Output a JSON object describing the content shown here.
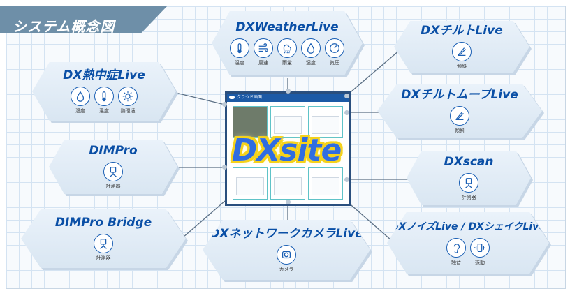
{
  "title": "システム概念図",
  "center": {
    "logo": "DXsite",
    "screen_title": "クラウド画面"
  },
  "nodes": {
    "weather": {
      "title": "DXWeatherLive",
      "icons": [
        {
          "label": "温度",
          "icon": "thermometer-icon"
        },
        {
          "label": "風速",
          "icon": "wind-icon"
        },
        {
          "label": "雨量",
          "icon": "rain-icon"
        },
        {
          "label": "湿度",
          "icon": "humidity-icon"
        },
        {
          "label": "気圧",
          "icon": "gauge-icon"
        }
      ]
    },
    "heatstroke": {
      "title": "DX熱中症Live",
      "icons": [
        {
          "label": "湿度",
          "icon": "humidity-icon"
        },
        {
          "label": "温度",
          "icon": "thermometer-icon"
        },
        {
          "label": "熱環境",
          "icon": "sun-icon"
        }
      ]
    },
    "tilt": {
      "title": "DXチルトLive",
      "icons": [
        {
          "label": "傾斜",
          "icon": "tilt-icon"
        }
      ]
    },
    "tiltmove": {
      "title": "DXチルトムーブLive",
      "icons": [
        {
          "label": "傾斜",
          "icon": "tilt-icon"
        }
      ]
    },
    "dimpro": {
      "title": "DIMPro",
      "icons": [
        {
          "label": "計測器",
          "icon": "instrument-icon"
        }
      ]
    },
    "dxscan": {
      "title": "DXscan",
      "icons": [
        {
          "label": "計測器",
          "icon": "instrument-icon"
        }
      ]
    },
    "bridge": {
      "title": "DIMPro Bridge",
      "icons": [
        {
          "label": "計測器",
          "icon": "instrument-icon"
        }
      ]
    },
    "camera": {
      "title": "DXネットワークカメラLive",
      "icons": [
        {
          "label": "カメラ",
          "icon": "camera-icon"
        }
      ]
    },
    "noise": {
      "title": "DXノイズLive / DXシェイクLive",
      "icons": [
        {
          "label": "騒音",
          "icon": "ear-icon"
        },
        {
          "label": "振動",
          "icon": "vibration-icon"
        }
      ]
    }
  },
  "colors": {
    "title_band": "#6e8fa8",
    "accent_blue": "#0a4fa6",
    "logo_yellow": "#f5d21a",
    "hex_fill": "#dde8f3"
  }
}
